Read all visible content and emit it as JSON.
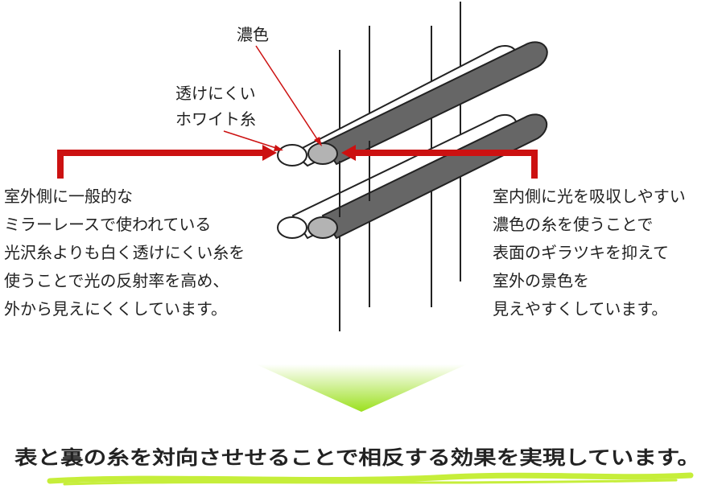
{
  "labels": {
    "dark": "濃色",
    "white_line1": "透けにくい",
    "white_line2": "ホワイト糸"
  },
  "left_text": [
    "室外側に一般的な",
    "ミラーレースで使われている",
    "光沢糸よりも白く透けにくい糸を",
    "使うことで光の反射率を高め、",
    "外から見えにくくしています。"
  ],
  "right_text": [
    "室内側に光を吸収しやすい",
    "濃色の糸を使うことで",
    "表面のギラツキを抑えて",
    "室外の景色を",
    "見えやすくしています。"
  ],
  "conclusion": "表と裏の糸を対向させせることで相反する効果を実現しています。",
  "colors": {
    "arrow_red": "#cc1111",
    "dark_thread": "#666666",
    "dark_thread_end": "#b3b3b3",
    "white_thread": "#ffffff",
    "outline": "#222222",
    "green": "#9be01e",
    "underline": "#c6ee3a"
  }
}
